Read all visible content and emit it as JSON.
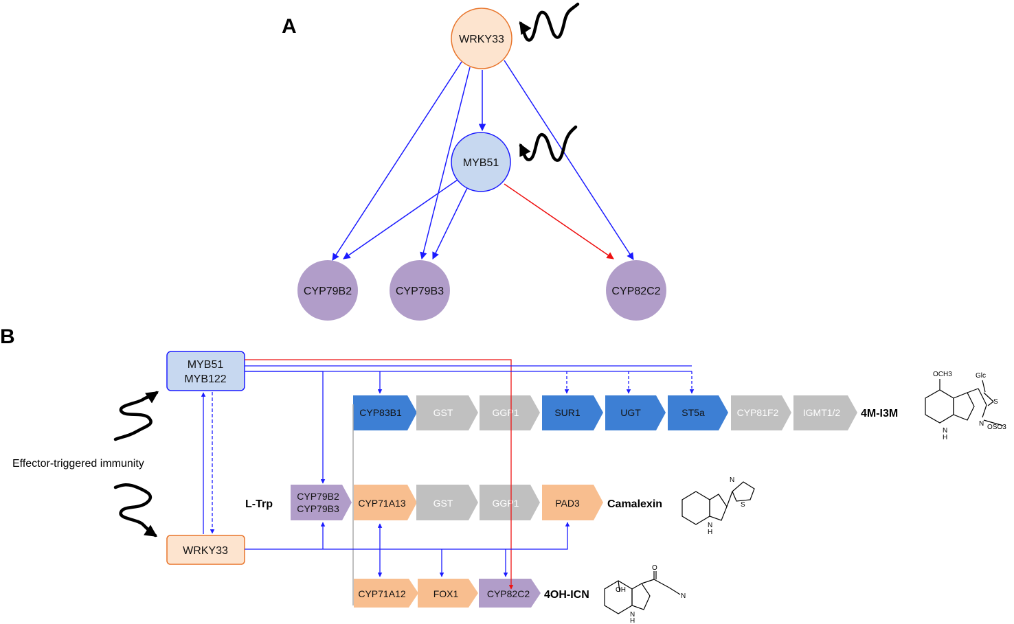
{
  "panel_a": {
    "label": "A",
    "nodes": {
      "wrky33": "WRKY33",
      "myb51": "MYB51",
      "cyp79b2": "CYP79B2",
      "cyp79b3": "CYP79B3",
      "cyp82c2": "CYP82C2"
    }
  },
  "panel_b": {
    "label": "B",
    "myb_box": {
      "line1": "MYB51",
      "line2": "MYB122"
    },
    "wrky_box": "WRKY33",
    "immunity_label": "Effector-triggered immunity",
    "substrate": "L-Trp",
    "cyp79": {
      "line1": "CYP79B2",
      "line2": "CYP79B3"
    },
    "pathway_top": [
      "CYP83B1",
      "GST",
      "GGP1",
      "SUR1",
      "UGT",
      "ST5a",
      "CYP81F2",
      "IGMT1/2"
    ],
    "pathway_mid": [
      "CYP71A13",
      "GST",
      "GGP1",
      "PAD3"
    ],
    "pathway_bot": [
      "CYP71A12",
      "FOX1",
      "CYP82C2"
    ],
    "products": {
      "top": "4M-I3M",
      "mid": "Camalexin",
      "bot": "4OH-ICN"
    },
    "chem_labels": {
      "och3": "OCH3",
      "glc": "Glc",
      "s": "S",
      "n": "N",
      "oso3": "OSO3",
      "nh": "H",
      "n_ring": "N",
      "cam_s": "S",
      "cam_n": "N",
      "cam_nh": "H",
      "oh": "OH",
      "o": "O",
      "n_cn": "N",
      "icn_nh": "H",
      "n_indole": "N",
      "n_indole2": "N",
      "n_indole3": "N"
    }
  },
  "colors": {
    "wrky_fill": "#fde4cf",
    "wrky_stroke": "#e8742a",
    "myb_fill": "#c7d8f0",
    "myb_stroke": "#1a1aff",
    "target_fill": "#b19dc9",
    "activation": "#1a1aff",
    "red_edge": "#ee1111",
    "blue_step": "#3d7fd4",
    "grey_step": "#c0c0c0",
    "orange_step": "#f8be8f",
    "purple_step": "#b19dc9"
  }
}
